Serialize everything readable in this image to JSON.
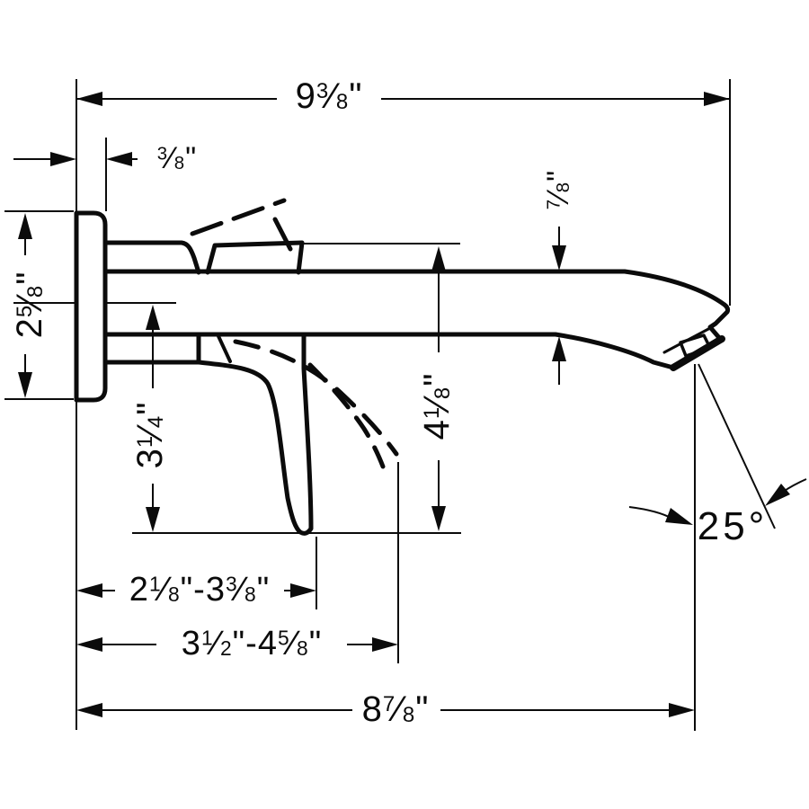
{
  "drawing_type": "faucet installation dimension diagram",
  "colors": {
    "line": "#0b0b0b",
    "background": "#ffffff"
  },
  "dimensions": {
    "overall_depth": "9 3/8\"",
    "escutcheon_thickness": "3/8\"",
    "spout_thickness": "7/8\"",
    "escutcheon_height": "2 5/8\"",
    "handle_drop": "3 1/4\"",
    "spout_drop": "4 1/8\"",
    "handle_tip_range": "2 1/8\"-3 3/8\"",
    "spout_tip_range": "3 1/2\"-4 5/8\"",
    "spout_reach": "8 7/8\"",
    "spray_angle": "25°"
  }
}
